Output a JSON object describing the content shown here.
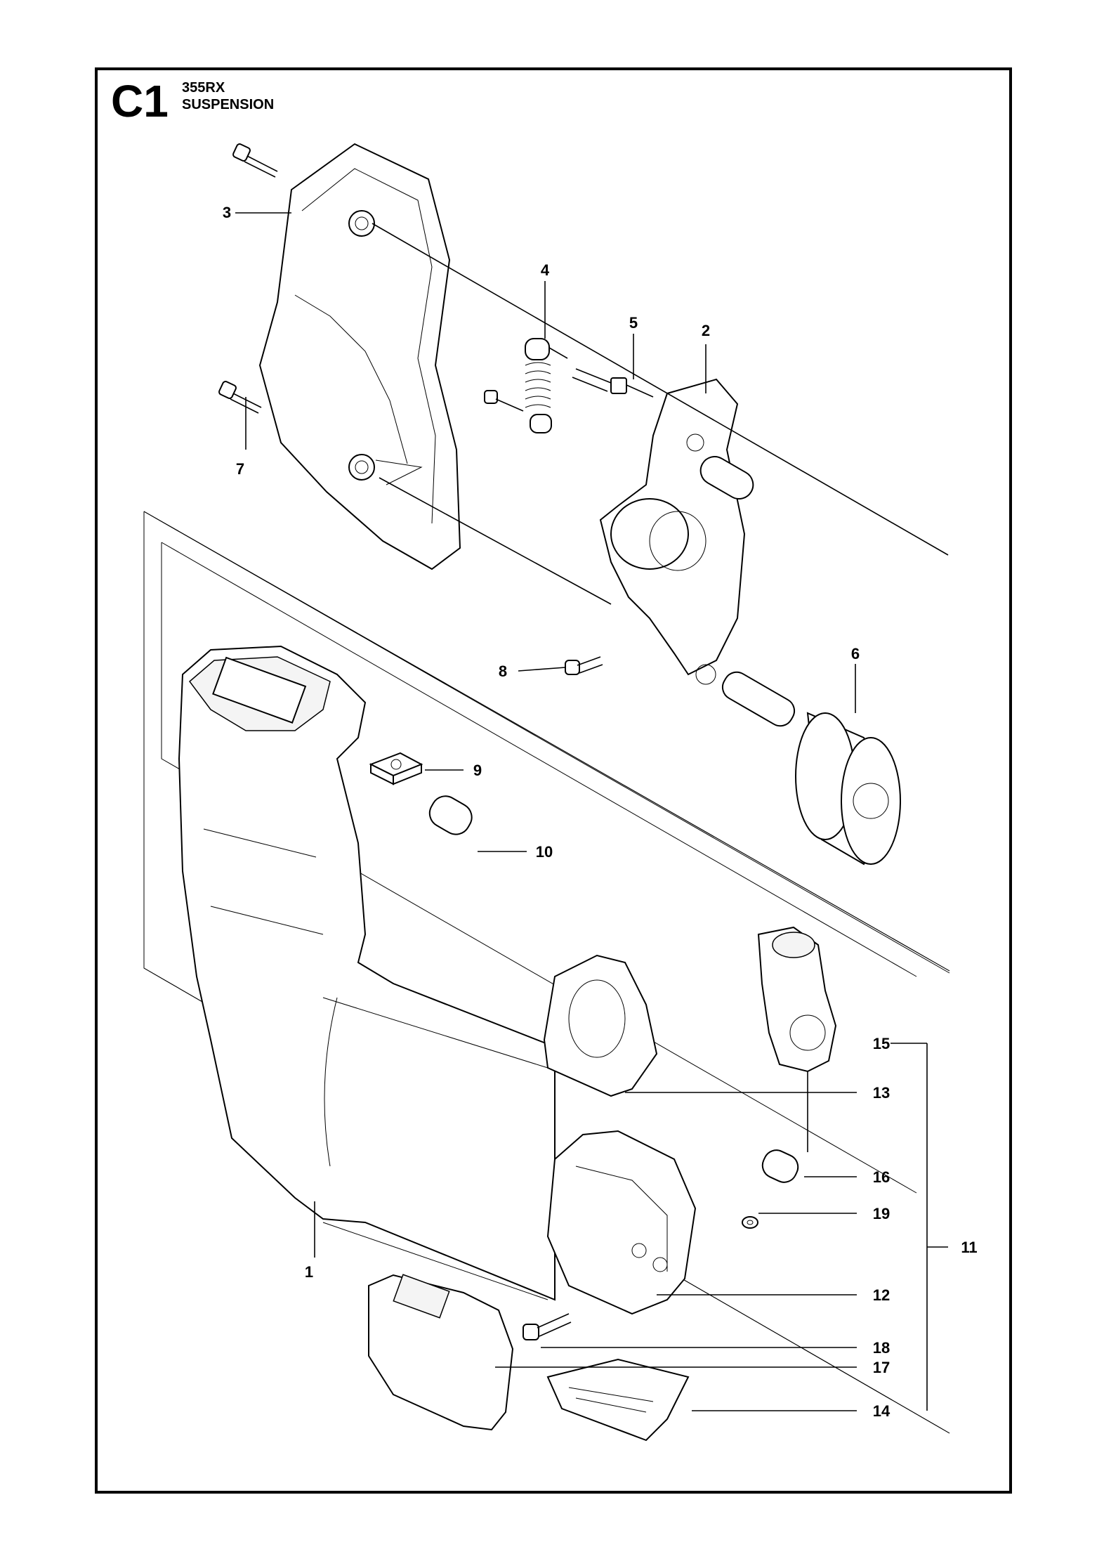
{
  "header": {
    "code": "C1",
    "model": "355RX",
    "section": "SUSPENSION"
  },
  "callouts": [
    {
      "id": "c1",
      "label": "1"
    },
    {
      "id": "c2",
      "label": "2"
    },
    {
      "id": "c3",
      "label": "3"
    },
    {
      "id": "c4",
      "label": "4"
    },
    {
      "id": "c5",
      "label": "5"
    },
    {
      "id": "c6",
      "label": "6"
    },
    {
      "id": "c7",
      "label": "7"
    },
    {
      "id": "c8",
      "label": "8"
    },
    {
      "id": "c9",
      "label": "9"
    },
    {
      "id": "c10",
      "label": "10"
    },
    {
      "id": "c11",
      "label": "11"
    },
    {
      "id": "c12",
      "label": "12"
    },
    {
      "id": "c13",
      "label": "13"
    },
    {
      "id": "c14",
      "label": "14"
    },
    {
      "id": "c15",
      "label": "15"
    },
    {
      "id": "c16",
      "label": "16"
    },
    {
      "id": "c17",
      "label": "17"
    },
    {
      "id": "c18",
      "label": "18"
    },
    {
      "id": "c19",
      "label": "19"
    }
  ]
}
